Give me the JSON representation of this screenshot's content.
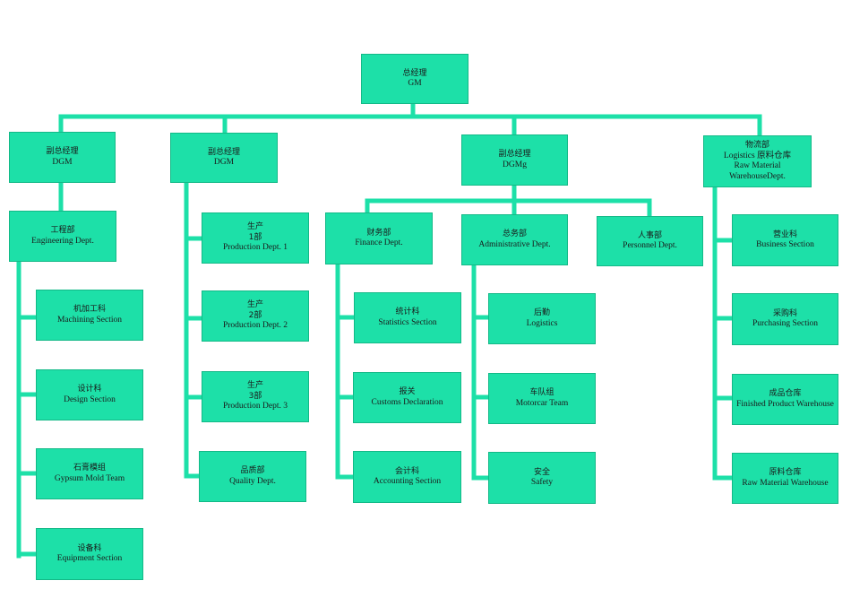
{
  "colors": {
    "box_fill": "#1de0a8",
    "line": "#1de0a8",
    "background": "#ffffff"
  },
  "gm": {
    "zh": "总经理",
    "en": "GM"
  },
  "dgm1": {
    "zh": "副总经理",
    "en": "DGM"
  },
  "dgm2": {
    "zh": "副总经理",
    "en": "DGM"
  },
  "dgm3": {
    "zh": "副总经理",
    "en": "DGMg"
  },
  "logistics": {
    "zh": "物流部",
    "en1": "Logistics 原料仓库",
    "en2": "Raw Material",
    "en3": "WarehouseDept."
  },
  "engineering": {
    "zh": "工程部",
    "en": "Engineering Dept."
  },
  "machining": {
    "zh": "机加工科",
    "en": "Machining Section"
  },
  "design": {
    "zh": "设计科",
    "en": "Design Section"
  },
  "gypsum": {
    "zh": "石膏模组",
    "en": "Gypsum Mold Team"
  },
  "equipment": {
    "zh": "设备科",
    "en": "Equipment Section"
  },
  "prod1": {
    "zh": "生产",
    "zh2": "1部",
    "en": "Production Dept. 1"
  },
  "prod2": {
    "zh": "生产",
    "zh2": "2部",
    "en": "Production Dept. 2"
  },
  "prod3": {
    "zh": "生产",
    "zh2": "3部",
    "en": "Production Dept. 3"
  },
  "quality": {
    "zh": "品质部",
    "en": "Quality Dept."
  },
  "finance": {
    "zh": "财务部",
    "en": "Finance Dept."
  },
  "admin": {
    "zh": "总务部",
    "en": "Administrative Dept."
  },
  "personnel": {
    "zh": "人事部",
    "en": "Personnel Dept."
  },
  "statistics": {
    "zh": "统计科",
    "en": "Statistics Section"
  },
  "customs": {
    "zh": "报关",
    "en": "Customs Declaration"
  },
  "accounting": {
    "zh": "会计科",
    "en": "Accounting Section"
  },
  "logistics_sub": {
    "zh": "后勤",
    "en": "Logistics"
  },
  "motorcar": {
    "zh": "车队组",
    "en": "Motorcar Team"
  },
  "safety": {
    "zh": "安全",
    "en": "Safety"
  },
  "business": {
    "zh": "营业科",
    "en": "Business Section"
  },
  "purchasing": {
    "zh": "采购科",
    "en": "Purchasing Section"
  },
  "finished": {
    "zh": "成品仓库",
    "en": "Finished Product Warehouse"
  },
  "raw": {
    "zh": "原料仓库",
    "en": "Raw Material Warehouse"
  }
}
